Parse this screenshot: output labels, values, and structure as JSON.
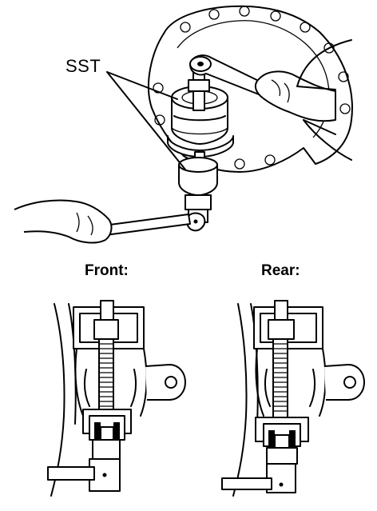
{
  "labels": {
    "sst": "SST",
    "front": "Front:",
    "rear": "Rear:"
  },
  "colors": {
    "line": "#000000",
    "background": "#ffffff"
  }
}
